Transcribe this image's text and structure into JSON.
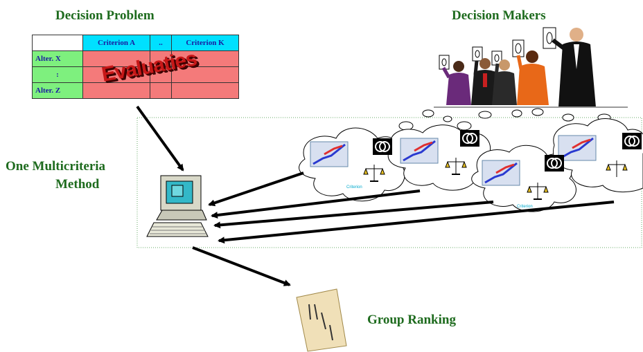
{
  "titles": {
    "decision_problem": "Decision Problem",
    "decision_makers": "Decision Makers",
    "method_line1": "One Multicriteria",
    "method_line2": "Method",
    "group_ranking": "Group Ranking"
  },
  "matrix": {
    "columns": [
      "",
      "Criterion A",
      "..",
      "Criterion K"
    ],
    "rows": [
      "Alter. X",
      ":",
      "Alter. Z"
    ],
    "overlay_text": "Evaluaties"
  },
  "thought_labels": [
    "Criterion",
    "Criterion"
  ],
  "colors": {
    "title_green": "#1e6b1e",
    "matrix_header": "#00e0ff",
    "matrix_row_header": "#7ef07e",
    "matrix_cell": "#f47a7a",
    "arrow": "#000000"
  }
}
